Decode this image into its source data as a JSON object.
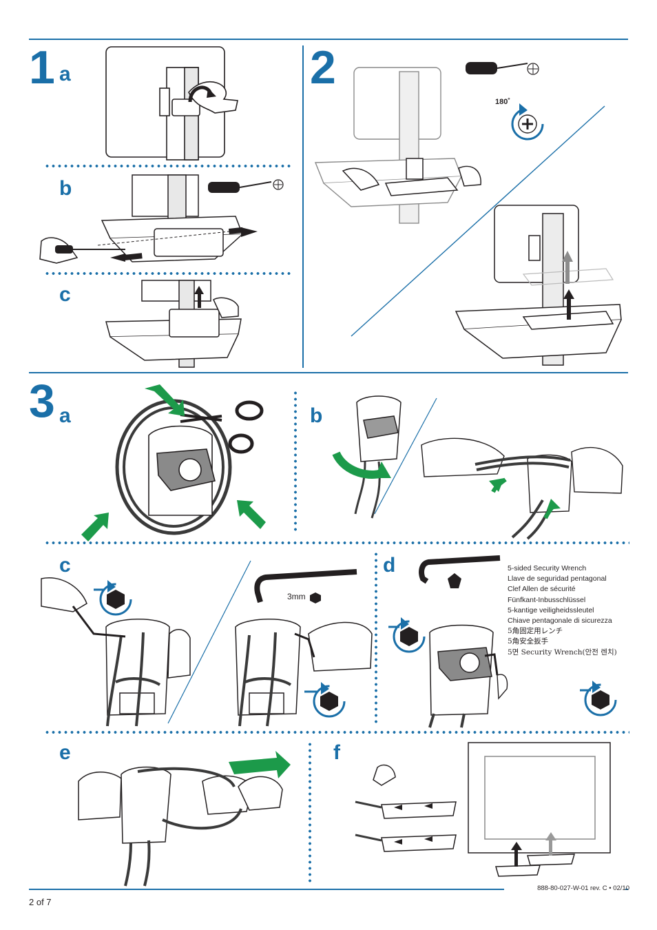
{
  "steps": {
    "s1": {
      "number": "1",
      "sub": [
        "a",
        "b",
        "c"
      ]
    },
    "s2": {
      "number": "2"
    },
    "s3": {
      "number": "3",
      "sub": [
        "a",
        "b",
        "c",
        "d",
        "e",
        "f"
      ]
    }
  },
  "labels": {
    "rotation": "180˚",
    "hex_size": "3mm"
  },
  "wrench_names": [
    "5-sided Security Wrench",
    "Llave de seguridad pentagonal",
    "Clef Allen de sécurité",
    "Fünfkant-Inbusschlüssel",
    "5-kantige veiligheidssleutel",
    "Chiave pentagonale di sicurezza",
    "5角固定用レンチ",
    "5角安全扳手",
    "5면 Security Wrench(안전 렌치)"
  ],
  "footer": {
    "page": "2 of 7",
    "part_number": "888-80-027-W-01 rev. C • 02/10"
  },
  "colors": {
    "accent_blue": "#1a6fa8",
    "arrow_green": "#1c9a4a",
    "ink": "#231f20"
  }
}
